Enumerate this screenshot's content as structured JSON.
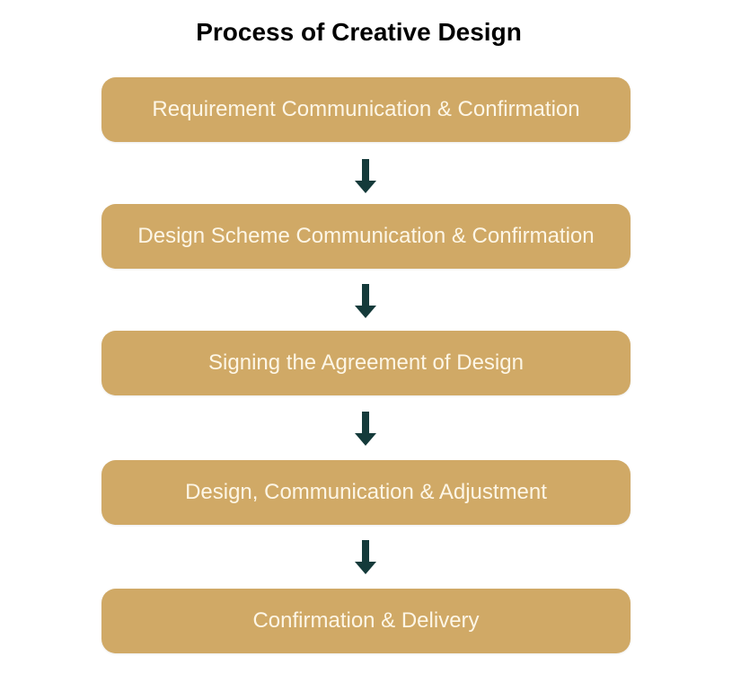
{
  "title": "Process of Creative Design",
  "colors": {
    "box": "#d0a966",
    "text": "#fdf6e6",
    "arrow": "#143a3a"
  },
  "steps": [
    {
      "label": "Requirement Communication & Confirmation"
    },
    {
      "label": "Design Scheme Communication & Confirmation"
    },
    {
      "label": "Signing the Agreement of Design"
    },
    {
      "label": "Design, Communication & Adjustment"
    },
    {
      "label": "Confirmation & Delivery"
    }
  ]
}
